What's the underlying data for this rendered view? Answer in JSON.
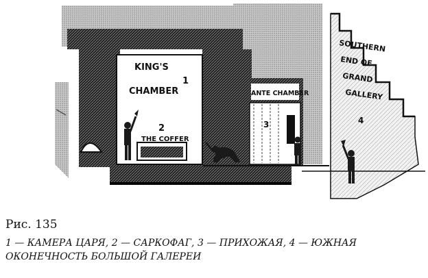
{
  "figure": {
    "label_kings": "KING'S",
    "label_chamber": "CHAMBER",
    "num_1": "1",
    "num_2": "2",
    "label_coffer": "THE COFFER",
    "label_antechamber": "ANTE CHAMBER",
    "num_3": "3",
    "gallery_lines": [
      "SOUTHERN",
      "END OF",
      "GRAND",
      "GALLERY"
    ],
    "num_4": "4"
  },
  "caption": {
    "title": "Рис. 135",
    "text": "1 — КАМЕРА ЦАРЯ, 2 — САРКОФАГ, 3 — ПРИХОЖАЯ, 4 — ЮЖНАЯ ОКОНЕЧНОСТЬ БОЛЬШОЙ ГАЛЕРЕИ"
  }
}
